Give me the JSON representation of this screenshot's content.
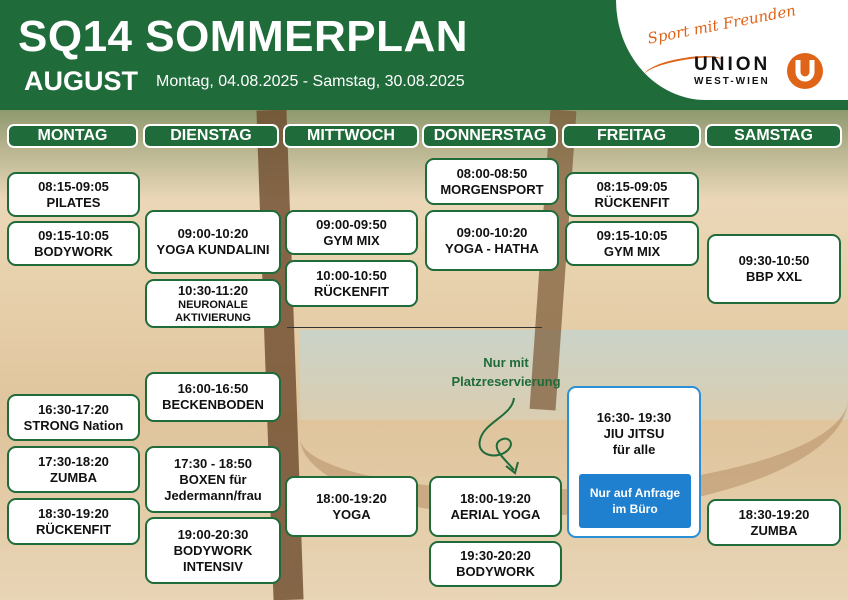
{
  "header": {
    "title": "SQ14 SOMMERPLAN",
    "month": "AUGUST",
    "date_range": "Montag, 04.08.2025 - Samstag, 30.08.2025"
  },
  "logo": {
    "slogan": "Sport mit Freunden",
    "brand": "UNION",
    "brand_sub": "WEST-WIEN"
  },
  "days": [
    "MONTAG",
    "DIENSTAG",
    "MITTWOCH",
    "DONNERSTAG",
    "FREITAG",
    "SAMSTAG"
  ],
  "classes": {
    "mo": [
      {
        "time": "08:15-09:05",
        "name": "PILATES"
      },
      {
        "time": "09:15-10:05",
        "name": "BODYWORK"
      },
      {
        "time": "16:30-17:20",
        "name": "STRONG Nation"
      },
      {
        "time": "17:30-18:20",
        "name": "ZUMBA"
      },
      {
        "time": "18:30-19:20",
        "name": "RÜCKENFIT"
      }
    ],
    "di": [
      {
        "time": "09:00-10:20",
        "name": "YOGA KUNDALINI"
      },
      {
        "time": "10:30-11:20",
        "name": "NEURONALE\nAKTIVIERUNG"
      },
      {
        "time": "16:00-16:50",
        "name": "BECKENBODEN"
      },
      {
        "time": "17:30 - 18:50",
        "name": "BOXEN für\nJedermann/frau"
      },
      {
        "time": "19:00-20:30",
        "name": "BODYWORK\nINTENSIV"
      }
    ],
    "mi": [
      {
        "time": "09:00-09:50",
        "name": "GYM MIX"
      },
      {
        "time": "10:00-10:50",
        "name": "RÜCKENFIT"
      },
      {
        "time": "18:00-19:20",
        "name": "YOGA"
      }
    ],
    "do": [
      {
        "time": "08:00-08:50",
        "name": "MORGENSPORT"
      },
      {
        "time": "09:00-10:20",
        "name": "YOGA - HATHA"
      },
      {
        "time": "18:00-19:20",
        "name": "AERIAL YOGA"
      },
      {
        "time": "19:30-20:20",
        "name": "BODYWORK"
      }
    ],
    "fr": [
      {
        "time": "08:15-09:05",
        "name": "RÜCKENFIT"
      },
      {
        "time": "09:15-10:05",
        "name": "GYM MIX"
      }
    ],
    "sa": [
      {
        "time": "09:30-10:50",
        "name": "BBP XXL"
      },
      {
        "time": "18:30-19:20",
        "name": "ZUMBA"
      }
    ]
  },
  "reservation_note": "Nur mit Platzreservierung",
  "jiu_jitsu": {
    "time": "16:30- 19:30",
    "name": "JIU JITSU\nfür alle",
    "button": "Nur auf Anfrage\nim Büro"
  },
  "colors": {
    "brand_green": "#1f6b3a",
    "accent_orange": "#e06417",
    "info_blue": "#1f80d0"
  }
}
